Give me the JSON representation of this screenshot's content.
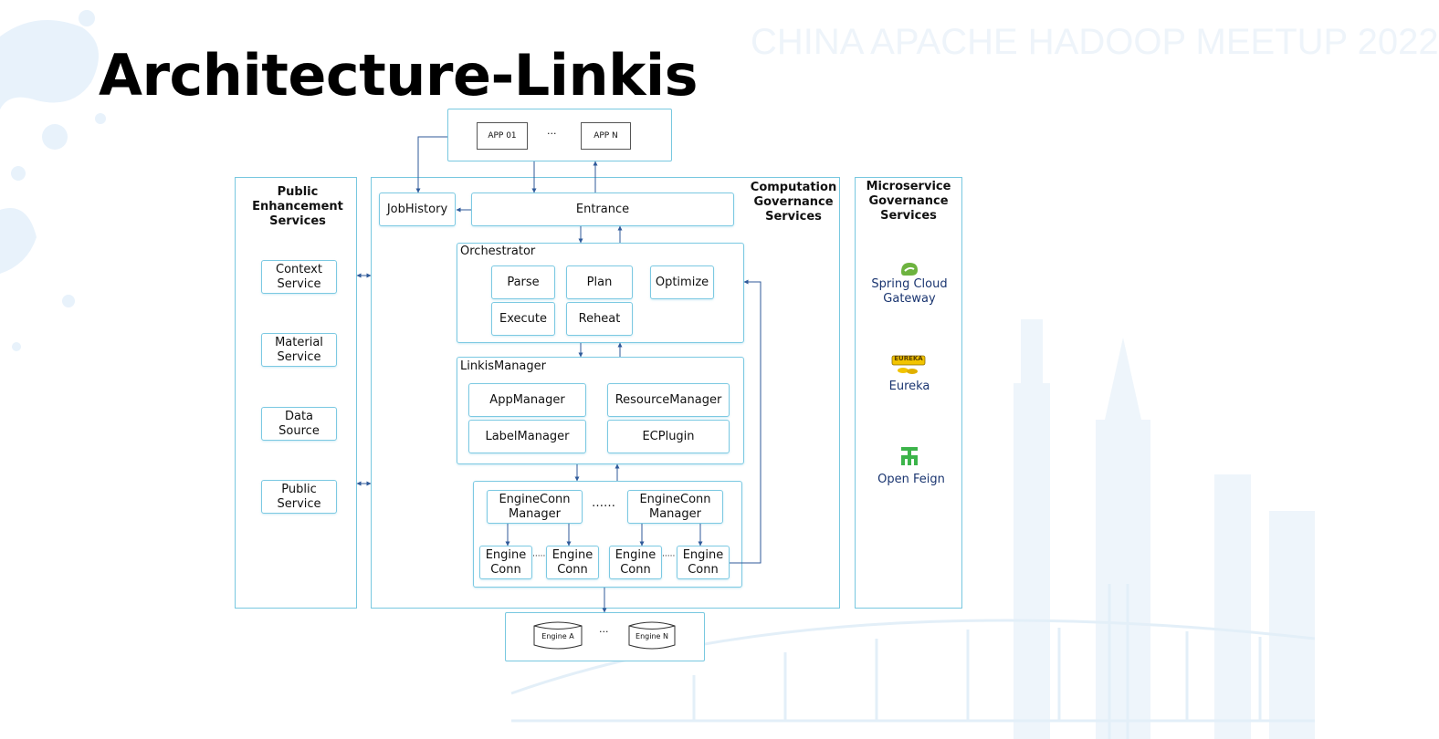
{
  "watermark": "CHINA APACHE HADOOP MEETUP 2022",
  "title": "Architecture-Linkis",
  "apps": {
    "first": "APP 01",
    "ellipsis": "···",
    "last": "APP N"
  },
  "public_services": {
    "title": "Public\nEnhancement\nServices",
    "items": [
      "Context\nService",
      "Material\nService",
      "Data\nSource",
      "Public\nService"
    ]
  },
  "computation": {
    "title": "Computation\nGovernance\nServices",
    "jobhistory": "JobHistory",
    "entrance": "Entrance",
    "orchestrator": {
      "title": "Orchestrator",
      "parse": "Parse",
      "plan": "Plan",
      "optimize": "Optimize",
      "execute": "Execute",
      "reheat": "Reheat"
    },
    "linkismanager": {
      "title": "LinkisManager",
      "appmanager": "AppManager",
      "resourcemanager": "ResourceManager",
      "labelmanager": "LabelManager",
      "ecplugin": "ECPlugin"
    },
    "engineconn": {
      "manager1": "EngineConn\nManager",
      "manager2": "EngineConn\nManager",
      "dots": "……",
      "conn1": "Engine\nConn",
      "conn2": "Engine\nConn",
      "conn3": "Engine\nConn",
      "conn4": "Engine\nConn",
      "small_dots": "·····"
    }
  },
  "engines": {
    "first": "Engine A",
    "ellipsis": "···",
    "last": "Engine N"
  },
  "microservice": {
    "title": "Microservice\nGovernance\nServices",
    "spring": "Spring Cloud\nGateway",
    "eureka_logo": "EUREKA",
    "eureka": "Eureka",
    "feign": "Open Feign"
  },
  "colors": {
    "line": "#2f5a9a",
    "border": "#7cc9e2",
    "spring": "#6db33f",
    "eureka": "#f2c400",
    "feign": "#3cb44a"
  }
}
